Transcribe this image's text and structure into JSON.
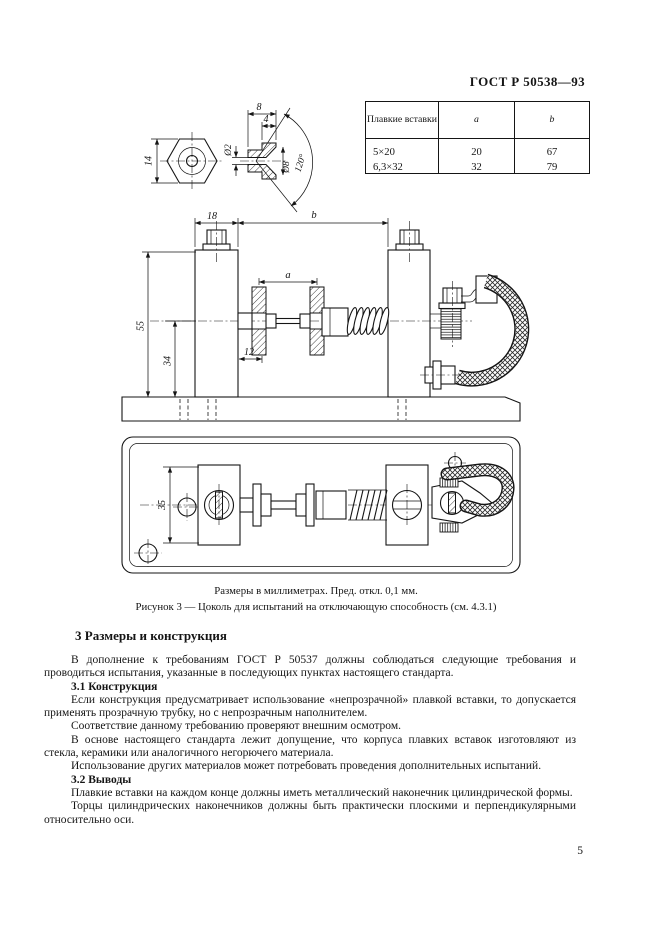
{
  "header": {
    "doc_code": "ГОСТ Р 50538—93"
  },
  "table": {
    "headers": [
      "Плавкие вставки",
      "a",
      "b"
    ],
    "rows": [
      [
        "5×20",
        "20",
        "67"
      ],
      [
        "6,3×32",
        "32",
        "79"
      ]
    ]
  },
  "drawing": {
    "detail": {
      "top_width": "8",
      "flange_width": "4",
      "hole_dia": "Ø2",
      "csk_dia": "Ø8",
      "csk_angle": "120°",
      "hex_size": "14"
    },
    "front": {
      "post_width": "18",
      "span": "b",
      "fuse_span": "a",
      "clip_offset": "12",
      "post_height": "55",
      "axis_height": "34"
    },
    "plan": {
      "block_size": "35"
    }
  },
  "figure": {
    "units_note": "Размеры в миллиметрах. Пред. откл. 0,1 мм.",
    "caption": "Рисунок 3 — Цоколь для испытаний на отключающую способность (см. 4.3.1)"
  },
  "section": {
    "heading": "3 Размеры и конструкция",
    "para1": "В дополнение к требованиям ГОСТ Р 50537 должны соблюдаться следующие требования и проводиться испытания, указанные в последующих пунктах настоящего стандарта.",
    "sub1_heading": "3.1 Конструкция",
    "sub1_para1": "Если конструкция предусматривает использование «непрозрачной» плавкой вставки, то допускается применять прозрачную трубку, но с непрозрачным наполнителем.",
    "sub1_para2": "Соответствие данному требованию проверяют внешним осмотром.",
    "sub1_para3": "В основе настоящего стандарта лежит допущение, что корпуса плавких вставок изготовляют из стекла, керамики или аналогичного негорючего материала.",
    "sub1_para4": "Использование других материалов может потребовать проведения дополнительных испытаний.",
    "sub2_heading": "3.2 Выводы",
    "sub2_para1": "Плавкие вставки на каждом конце должны иметь металлический наконечник цилиндрической формы.",
    "sub2_para2": "Торцы цилиндрических наконечников должны быть практически плоскими и перпендикулярными относительно оси."
  },
  "footer": {
    "page_number": "5"
  }
}
